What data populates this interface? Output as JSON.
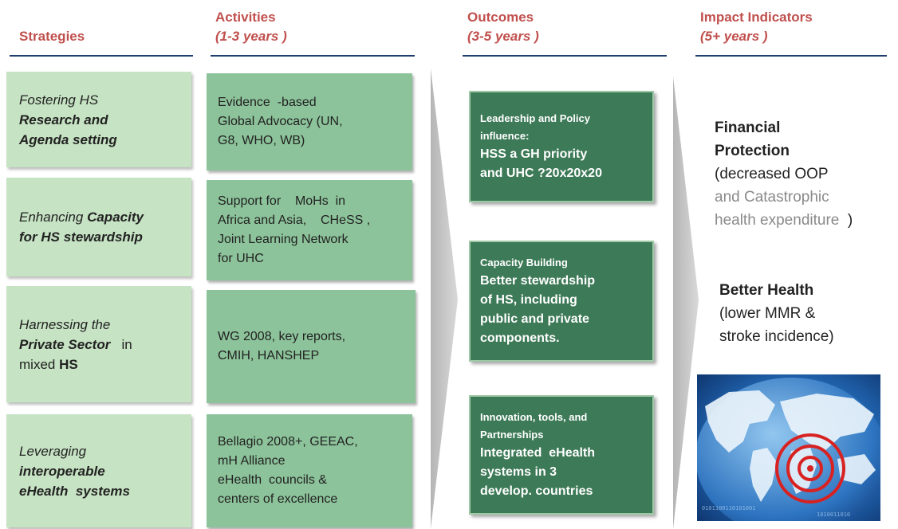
{
  "headers": {
    "strategies": "Strategies",
    "activities": "Activities",
    "activities_sub": "(1-3 years )",
    "outcomes": "Outcomes",
    "outcomes_sub": "(3-5 years )",
    "impact": "Impact Indicators",
    "impact_sub": "(5+ years )"
  },
  "strategies": [
    {
      "l1": "Fostering HS",
      "l2": "Research and",
      "l3": "Agenda setting"
    },
    {
      "l1a": "Enhancing ",
      "l1b": "Capacity",
      "l2": "for HS stewardship"
    },
    {
      "l1": "Harnessing the",
      "l2a": "Private Sector",
      "l2b": "   in",
      "l3a": "mixed ",
      "l3b": "HS"
    },
    {
      "l1": "Leveraging",
      "l2": "interoperable",
      "l3": "eHealth  systems"
    }
  ],
  "activities": [
    [
      "Evidence  -based",
      "Global Advocacy (UN,",
      "G8, WHO, WB)"
    ],
    [
      "Support for    MoHs  in",
      "Africa and Asia,    CHeSS ,",
      "Joint Learning Network",
      "for UHC"
    ],
    [
      "WG 2008, key reports,",
      "CMIH, HANSHEP"
    ],
    [
      "Bellagio 2008+, GEEAC,",
      "mH Alliance",
      "eHealth  councils &",
      "centers of excellence"
    ]
  ],
  "outcomes": [
    {
      "small": [
        "Leadership and Policy",
        "influence:"
      ],
      "big": [
        "HSS a GH priority",
        "and UHC ?20x20x20"
      ]
    },
    {
      "small": [
        "Capacity Building"
      ],
      "big": [
        "Better stewardship",
        "of HS, including",
        "public and private",
        "components."
      ]
    },
    {
      "small": [
        "Innovation, tools, and",
        "Partnerships"
      ],
      "big": [
        "Integrated  eHealth",
        "systems in 3",
        "develop. countries"
      ]
    }
  ],
  "impact": {
    "fin_title1": "Financial",
    "fin_title2": "Protection",
    "fin_l1": "(decreased OOP",
    "fin_l2": "and Catastrophic",
    "fin_l3": "health expenditure",
    "fin_l3b": "  )",
    "health_title": "Better Health",
    "health_l1": "(lower MMR &",
    "health_l2": "stroke incidence)"
  },
  "colors": {
    "header": "#c0504d",
    "rule": "#1f3d6e",
    "strategy_box": "#c6e3c3",
    "activity_box": "#8cc39a",
    "outcome_box": "#3d7a57"
  }
}
